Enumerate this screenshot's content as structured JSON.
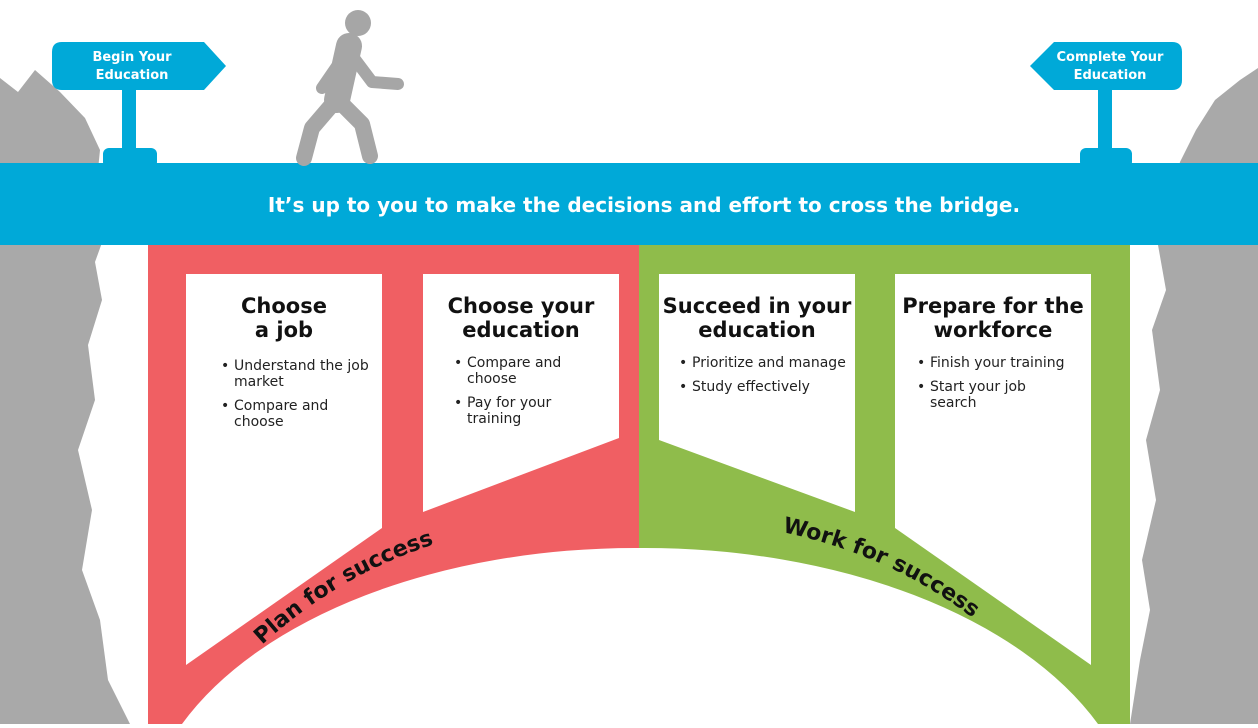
{
  "signs": {
    "begin": [
      "Begin Your",
      "Education"
    ],
    "complete": [
      "Complete Your",
      "Education"
    ]
  },
  "deck_text": "It’s up to you to make the decisions and effort to cross the bridge.",
  "arcs": {
    "plan": "Plan for success",
    "work": "Work for success"
  },
  "cards": [
    {
      "title": [
        "Choose",
        "a job"
      ],
      "items": [
        "Understand the job market",
        "Compare and choose"
      ]
    },
    {
      "title": [
        "Choose your",
        "education"
      ],
      "items": [
        "Compare and choose",
        "Pay for your training"
      ]
    },
    {
      "title": [
        "Succeed in your",
        "education"
      ],
      "items": [
        "Prioritize and manage",
        "Study effectively"
      ]
    },
    {
      "title": [
        "Prepare for the",
        "workforce"
      ],
      "items": [
        "Finish your training",
        "Start your job search"
      ]
    }
  ],
  "colors": {
    "blue": "#00a9d8",
    "red": "#f05f63",
    "green": "#8fbc4b",
    "rock": "#a9a9a9",
    "walker": "#a6a6a6"
  },
  "icons": {
    "walker": "person-walking-icon"
  }
}
